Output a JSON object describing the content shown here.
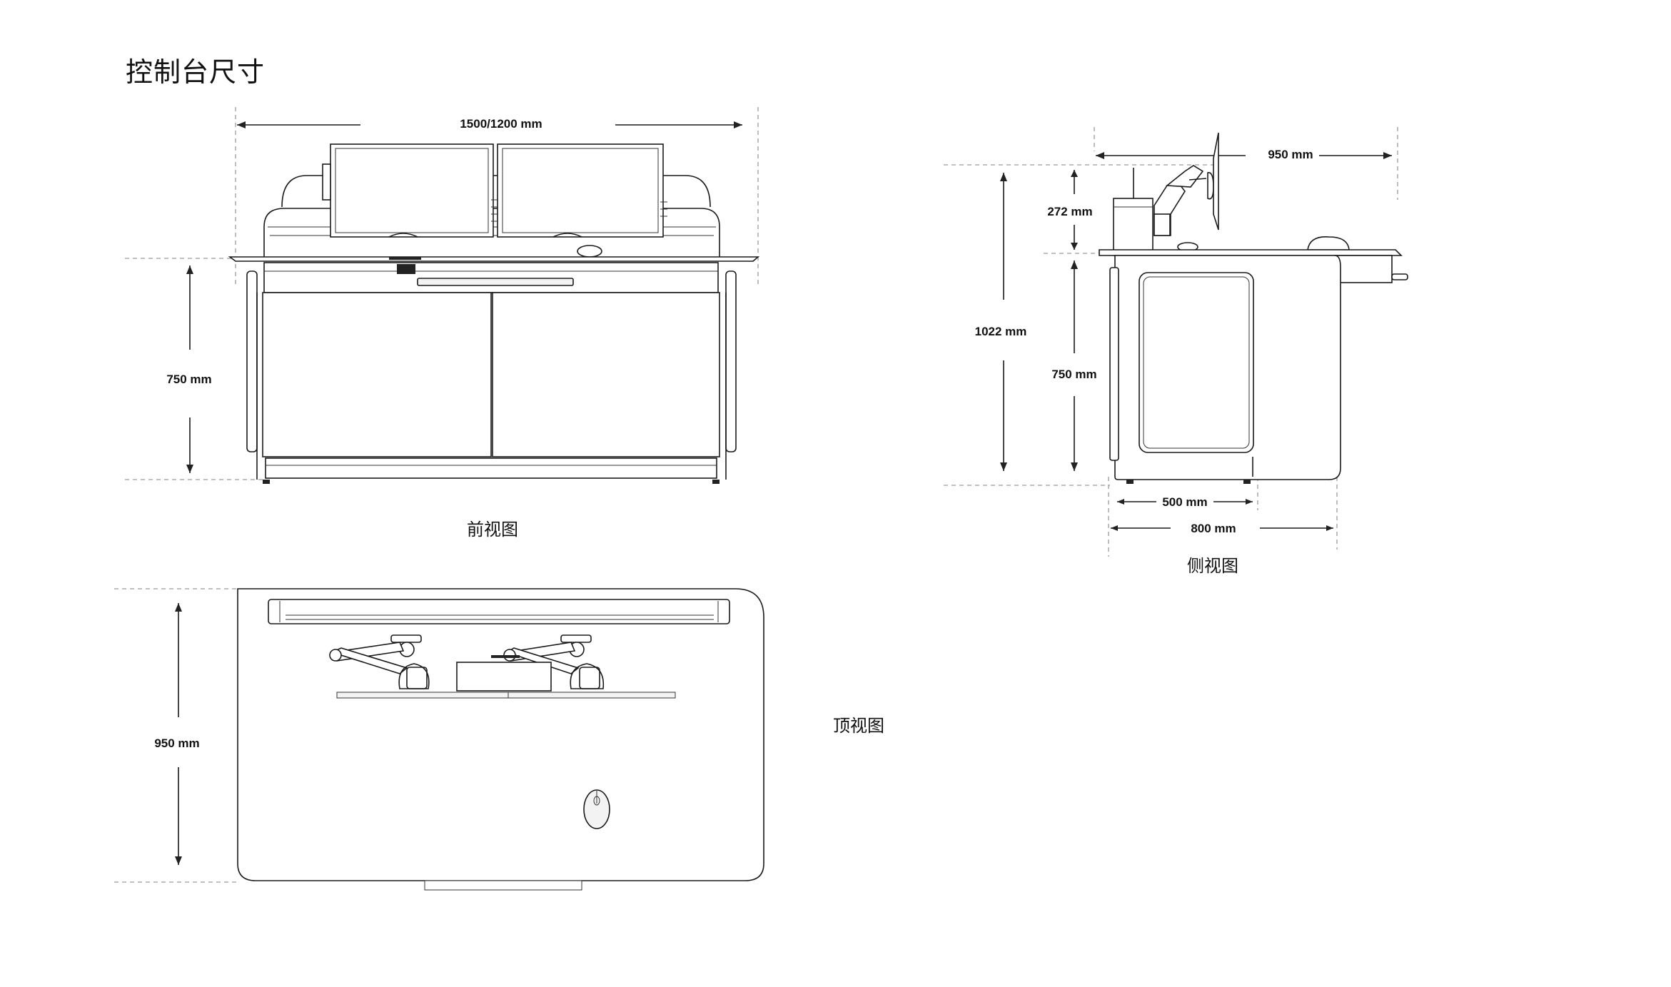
{
  "title": "控制台尺寸",
  "views": {
    "front": {
      "caption": "前视图",
      "width_label": "1500/1200 mm",
      "height_label": "750 mm"
    },
    "side": {
      "caption": "侧视图",
      "depth_label": "950 mm",
      "monitor_label": "272 mm",
      "total_height_label": "1022 mm",
      "height_label": "750 mm",
      "cabinet_depth_label": "500 mm",
      "base_depth_label": "800 mm"
    },
    "top": {
      "caption": "顶视图",
      "depth_label": "950 mm"
    }
  }
}
